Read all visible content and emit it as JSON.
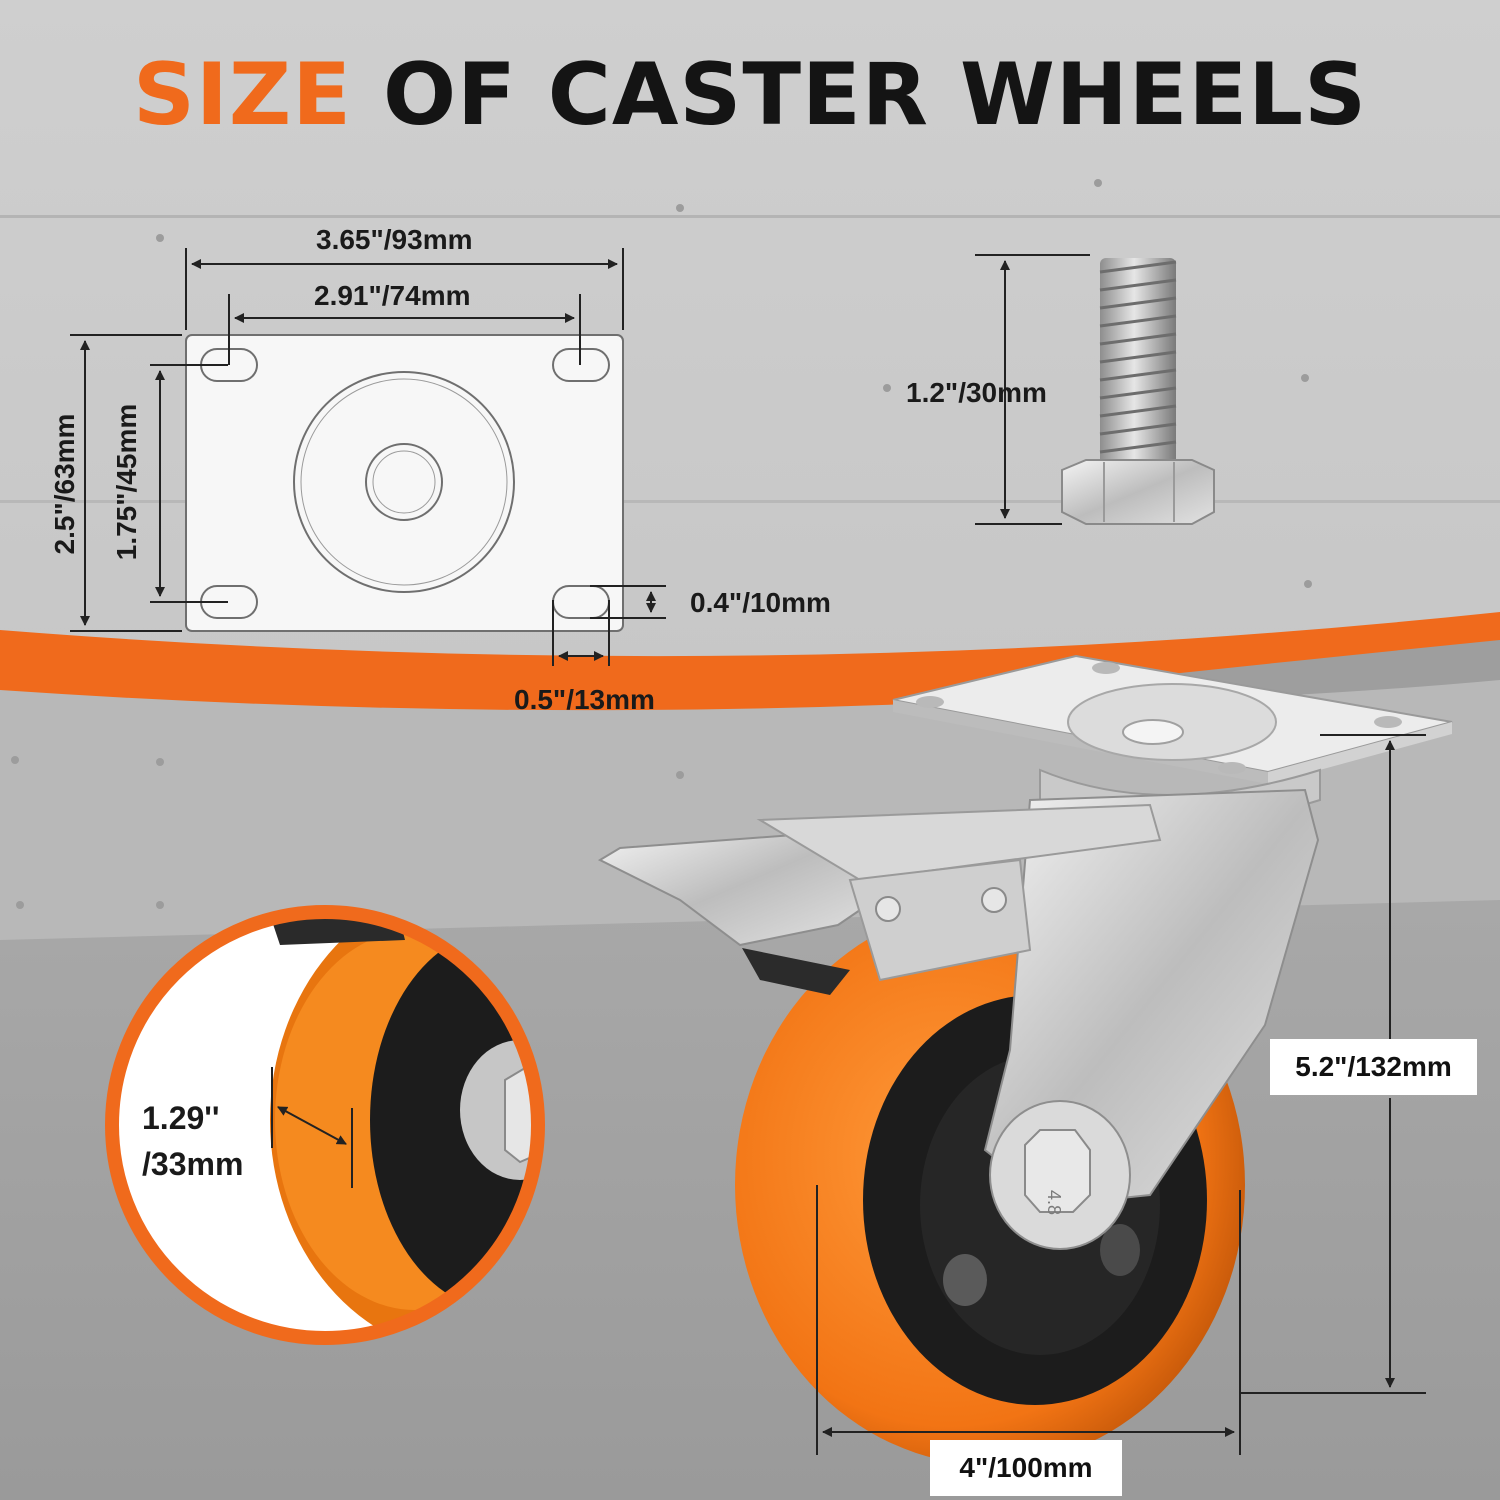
{
  "title": {
    "accent": "SIZE",
    "rest": "OF CASTER WHEELS"
  },
  "colors": {
    "accent": "#f06a1c",
    "wheel_orange": "#f27414",
    "hub": "#1b1b1b",
    "background": "#a9a9a9"
  },
  "plate_dims": {
    "overall_width": "3.65\"/93mm",
    "hole_spacing_width": "2.91\"/74mm",
    "overall_length": "2.5\"/63mm",
    "hole_spacing_length": "1.75\"/45mm",
    "slot_width": "0.4\"/10mm",
    "slot_length": "0.5\"/13mm"
  },
  "bolt_dims": {
    "thread_length": "1.2\"/30mm"
  },
  "wheel_dims": {
    "tread_width_line1": "1.29''",
    "tread_width_line2": "/33mm",
    "total_height": "5.2\"/132mm",
    "wheel_diameter": "4\"/100mm"
  },
  "hardware_marks": {
    "bolt_grade": "4.8"
  }
}
